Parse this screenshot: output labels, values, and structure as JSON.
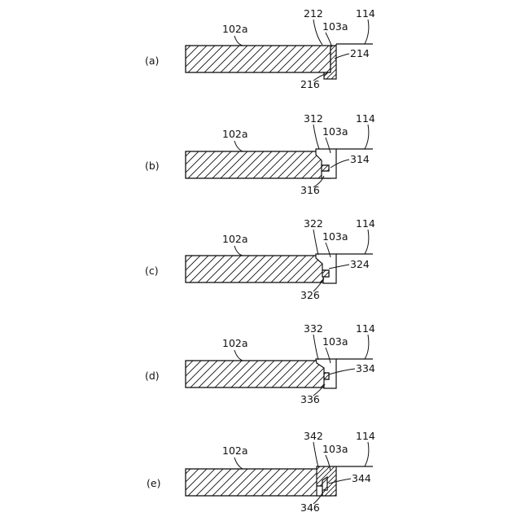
{
  "panels": [
    {
      "id": "a",
      "label": "(a)",
      "body_label": "102a",
      "edge_label": "103a",
      "film_label": "114",
      "top_label": "212",
      "side_label": "214",
      "bottom_label": "216"
    },
    {
      "id": "b",
      "label": "(b)",
      "body_label": "102a",
      "edge_label": "103a",
      "film_label": "114",
      "top_label": "312",
      "side_label": "314",
      "bottom_label": "316"
    },
    {
      "id": "c",
      "label": "(c)",
      "body_label": "102a",
      "edge_label": "103a",
      "film_label": "114",
      "top_label": "322",
      "side_label": "324",
      "bottom_label": "326"
    },
    {
      "id": "d",
      "label": "(d)",
      "body_label": "102a",
      "edge_label": "103a",
      "film_label": "114",
      "top_label": "332",
      "side_label": "334",
      "bottom_label": "336"
    },
    {
      "id": "e",
      "label": "(e)",
      "body_label": "102a",
      "edge_label": "103a",
      "film_label": "114",
      "top_label": "342",
      "side_label": "344",
      "bottom_label": "346"
    }
  ]
}
